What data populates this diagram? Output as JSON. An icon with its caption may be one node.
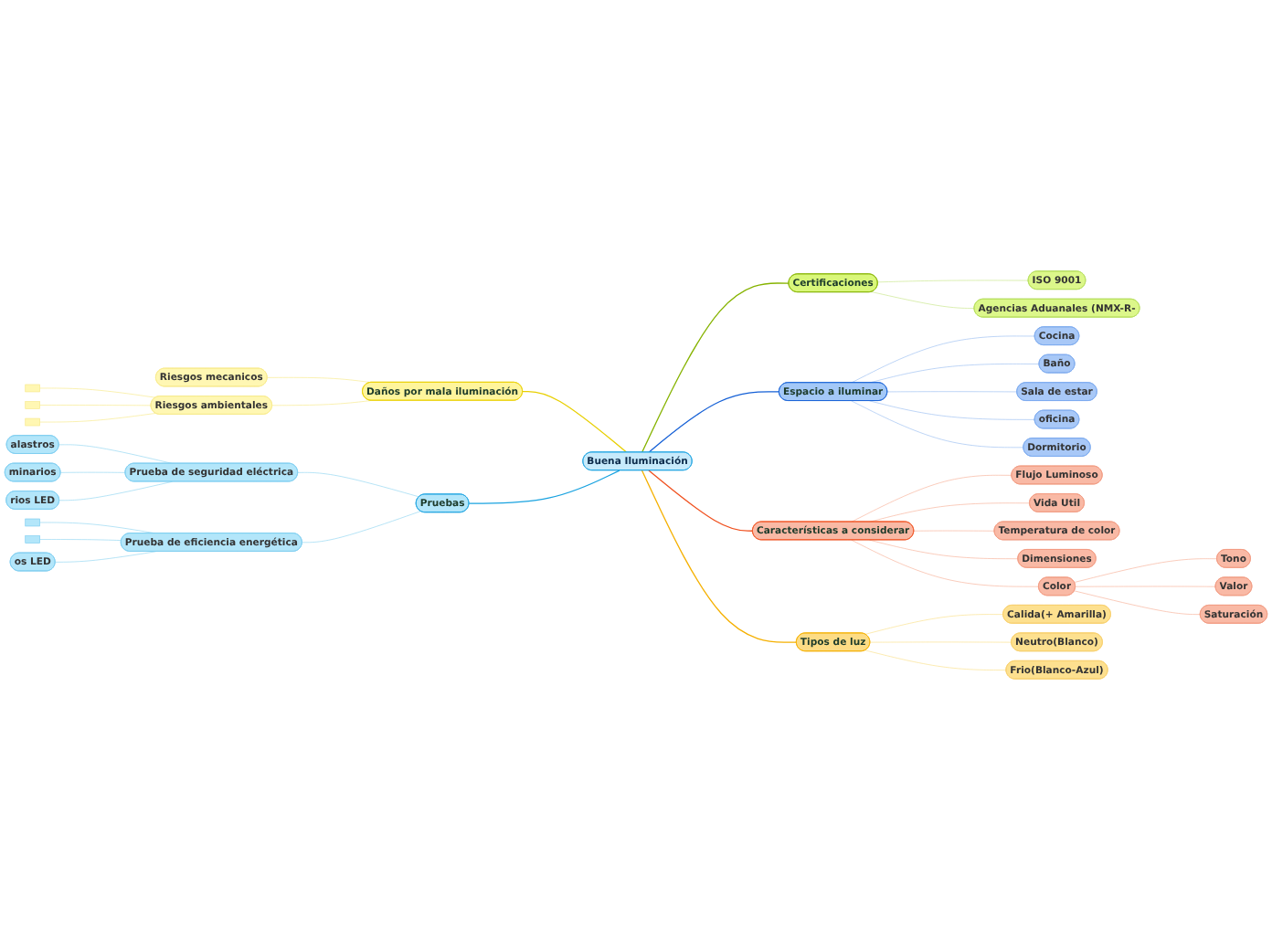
{
  "diagram": {
    "nodes": [
      {
        "text": [
          "Buena Iluminación"
        ]
      },
      {
        "text": [
          "Daños por mala iluminación"
        ]
      },
      {
        "text": [
          "Riesgos mecanicos"
        ]
      },
      {
        "text": [
          "Riesgos ambientales"
        ]
      },
      {
        "text": [],
        "shape": "box"
      },
      {
        "text": [],
        "shape": "box"
      },
      {
        "text": [],
        "shape": "box"
      },
      {
        "text": [
          "Certificaciones"
        ]
      },
      {
        "text": [
          "ISO 9001"
        ]
      },
      {
        "text": [
          "Agencias Aduanales (NMX-R-"
        ]
      },
      {
        "text": [
          "Pruebas"
        ]
      },
      {
        "text": [
          "Prueba de seguridad eléctrica"
        ]
      },
      {
        "text": [
          "alastros"
        ]
      },
      {
        "text": [
          "minarios"
        ]
      },
      {
        "text": [
          "rios LED"
        ]
      },
      {
        "text": [
          "Prueba de eficiencia energética"
        ]
      },
      {
        "text": [],
        "shape": "box"
      },
      {
        "text": [],
        "shape": "box"
      },
      {
        "text": [
          "os LED"
        ]
      },
      {
        "text": [
          "Espacio a iluminar"
        ]
      },
      {
        "text": [
          "Cocina"
        ]
      },
      {
        "text": [
          "Baño"
        ]
      },
      {
        "text": [
          "Sala de estar"
        ]
      },
      {
        "text": [
          "oficina"
        ]
      },
      {
        "text": [
          "Dormitorio"
        ]
      },
      {
        "text": [
          "Características a considerar"
        ]
      },
      {
        "text": [
          "Flujo Luminoso"
        ]
      },
      {
        "text": [
          "Vida Util"
        ]
      },
      {
        "text": [
          "Temperatura de color"
        ]
      },
      {
        "text": [
          "Dimensiones"
        ]
      },
      {
        "text": [
          "Color"
        ]
      },
      {
        "text": [
          "Tono"
        ]
      },
      {
        "text": [
          "Valor"
        ]
      },
      {
        "text": [
          "Saturación"
        ]
      },
      {
        "text": [
          "Tipos de luz"
        ]
      },
      {
        "text": [
          "Calida(+ Amarilla)"
        ]
      },
      {
        "text": [
          "Neutro(Blanco)"
        ]
      },
      {
        "text": [
          "Frio(Blanco-Azul)"
        ]
      }
    ],
    "edges": [
      {
        "from": 0,
        "to": 1,
        "arrow": "none",
        "color": "#e8cf00"
      },
      {
        "from": 1,
        "to": 2,
        "arrow": "none",
        "color": "#f7e98a"
      },
      {
        "from": 1,
        "to": 3,
        "arrow": "none",
        "color": "#f7e98a"
      },
      {
        "from": 3,
        "to": 4,
        "arrow": "none",
        "color": "#f7e98a"
      },
      {
        "from": 3,
        "to": 5,
        "arrow": "none",
        "color": "#f7e98a"
      },
      {
        "from": 3,
        "to": 6,
        "arrow": "none",
        "color": "#f7e98a"
      },
      {
        "from": 0,
        "to": 7,
        "arrow": "none",
        "color": "#86b300"
      },
      {
        "from": 7,
        "to": 8,
        "arrow": "none",
        "color": "#c8e68a"
      },
      {
        "from": 7,
        "to": 9,
        "arrow": "none",
        "color": "#c8e68a"
      },
      {
        "from": 0,
        "to": 10,
        "arrow": "none",
        "color": "#1aa3e0"
      },
      {
        "from": 10,
        "to": 11,
        "arrow": "none",
        "color": "#92d6f2"
      },
      {
        "from": 11,
        "to": 12,
        "arrow": "none",
        "color": "#92d6f2"
      },
      {
        "from": 11,
        "to": 13,
        "arrow": "none",
        "color": "#92d6f2"
      },
      {
        "from": 11,
        "to": 14,
        "arrow": "none",
        "color": "#92d6f2"
      },
      {
        "from": 10,
        "to": 15,
        "arrow": "none",
        "color": "#92d6f2"
      },
      {
        "from": 15,
        "to": 16,
        "arrow": "none",
        "color": "#92d6f2"
      },
      {
        "from": 15,
        "to": 17,
        "arrow": "none",
        "color": "#92d6f2"
      },
      {
        "from": 15,
        "to": 18,
        "arrow": "none",
        "color": "#92d6f2"
      },
      {
        "from": 0,
        "to": 19,
        "arrow": "none",
        "color": "#1560d6"
      },
      {
        "from": 19,
        "to": 20,
        "arrow": "none",
        "color": "#9cc0f2"
      },
      {
        "from": 19,
        "to": 21,
        "arrow": "none",
        "color": "#9cc0f2"
      },
      {
        "from": 19,
        "to": 22,
        "arrow": "none",
        "color": "#9cc0f2"
      },
      {
        "from": 19,
        "to": 23,
        "arrow": "none",
        "color": "#9cc0f2"
      },
      {
        "from": 19,
        "to": 24,
        "arrow": "none",
        "color": "#9cc0f2"
      },
      {
        "from": 0,
        "to": 25,
        "arrow": "none",
        "color": "#f0501e"
      },
      {
        "from": 25,
        "to": 26,
        "arrow": "none",
        "color": "#f7b29a"
      },
      {
        "from": 25,
        "to": 27,
        "arrow": "none",
        "color": "#f7b29a"
      },
      {
        "from": 25,
        "to": 28,
        "arrow": "none",
        "color": "#f7b29a"
      },
      {
        "from": 25,
        "to": 29,
        "arrow": "none",
        "color": "#f7b29a"
      },
      {
        "from": 25,
        "to": 30,
        "arrow": "none",
        "color": "#f7b29a"
      },
      {
        "from": 30,
        "to": 31,
        "arrow": "none",
        "color": "#f7b29a"
      },
      {
        "from": 30,
        "to": 32,
        "arrow": "none",
        "color": "#f7b29a"
      },
      {
        "from": 30,
        "to": 33,
        "arrow": "none",
        "color": "#f7b29a"
      },
      {
        "from": 0,
        "to": 34,
        "arrow": "none",
        "color": "#f5b000"
      },
      {
        "from": 34,
        "to": 35,
        "arrow": "none",
        "color": "#fbe08a"
      },
      {
        "from": 34,
        "to": 36,
        "arrow": "none",
        "color": "#fbe08a"
      },
      {
        "from": 34,
        "to": 37,
        "arrow": "none",
        "color": "#fbe08a"
      }
    ]
  }
}
